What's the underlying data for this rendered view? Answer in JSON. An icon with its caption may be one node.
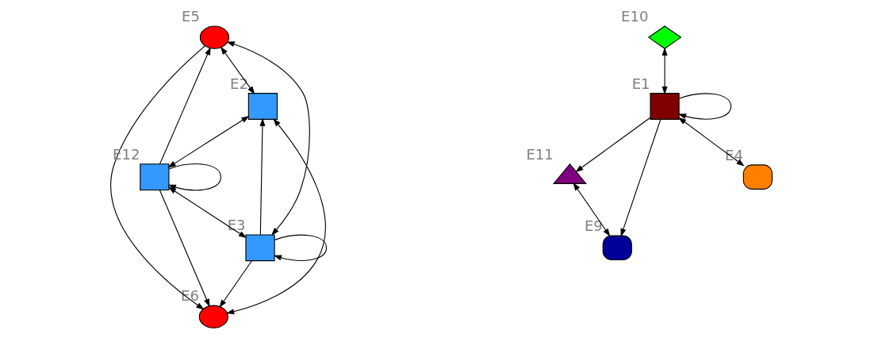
{
  "diagram": {
    "nodes": [
      {
        "text": [
          "E5"
        ]
      },
      {
        "text": [
          "E6"
        ]
      },
      {
        "text": [
          "E12"
        ]
      },
      {
        "text": [
          "E3"
        ]
      },
      {
        "text": [
          "E2"
        ]
      },
      {
        "text": [
          "E10"
        ]
      },
      {
        "text": [
          "E11"
        ]
      },
      {
        "text": [
          "E1"
        ]
      },
      {
        "text": [
          "E9"
        ]
      },
      {
        "text": [
          "E4"
        ]
      }
    ],
    "edges": [
      {
        "from": 0,
        "to": 1,
        "arrow": "to"
      },
      {
        "from": 2,
        "to": 0,
        "arrow": "to"
      },
      {
        "from": 2,
        "to": 1,
        "arrow": "to"
      },
      {
        "from": 3,
        "to": 0,
        "arrow": "both"
      },
      {
        "from": 0,
        "to": 4,
        "arrow": "both"
      },
      {
        "from": 3,
        "to": 1,
        "arrow": "to"
      },
      {
        "from": 4,
        "to": 1,
        "arrow": "both"
      },
      {
        "from": 2,
        "to": 3,
        "arrow": "both"
      },
      {
        "from": 4,
        "to": 2,
        "arrow": "both"
      },
      {
        "from": 3,
        "to": 4,
        "arrow": "to"
      },
      {
        "from": 2,
        "to": 2,
        "arrow": "to"
      },
      {
        "from": 3,
        "to": 3,
        "arrow": "to"
      },
      {
        "from": 5,
        "to": 7,
        "arrow": "both"
      },
      {
        "from": 7,
        "to": 6,
        "arrow": "to"
      },
      {
        "from": 7,
        "to": 8,
        "arrow": "to"
      },
      {
        "from": 6,
        "to": 8,
        "arrow": "both"
      },
      {
        "from": 7,
        "to": 9,
        "arrow": "both"
      },
      {
        "from": 7,
        "to": 7,
        "arrow": "to"
      }
    ]
  }
}
